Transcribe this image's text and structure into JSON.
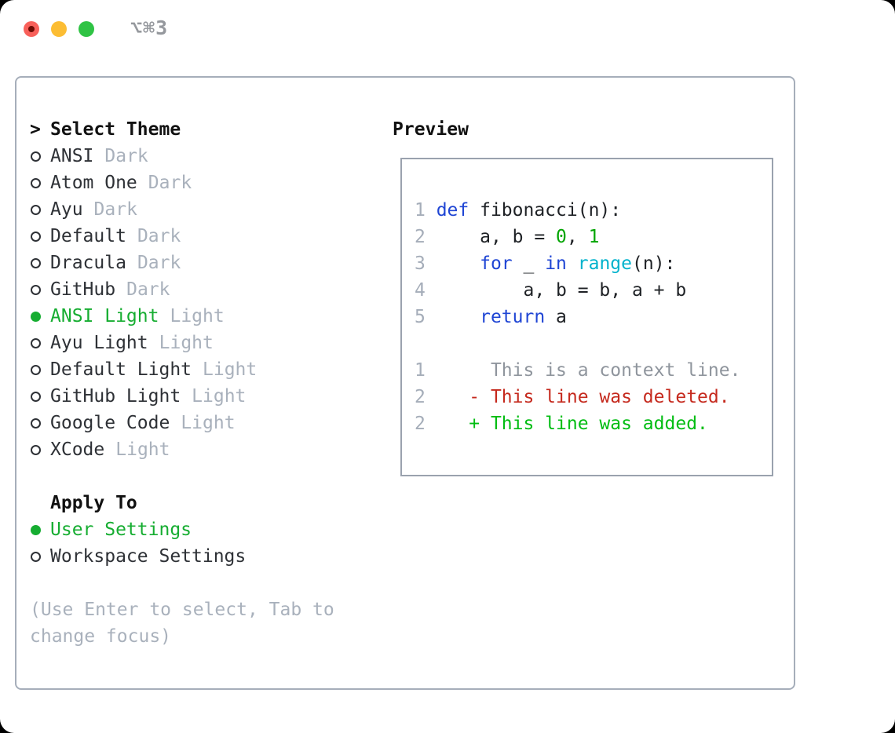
{
  "window": {
    "title": "⌥⌘3",
    "traffic_lights": [
      "close",
      "minimize",
      "zoom"
    ]
  },
  "theme_panel": {
    "prompt": ">",
    "title": "Select Theme",
    "items": [
      {
        "name": "ANSI",
        "tag": "Dark",
        "selected": false
      },
      {
        "name": "Atom One",
        "tag": "Dark",
        "selected": false
      },
      {
        "name": "Ayu",
        "tag": "Dark",
        "selected": false
      },
      {
        "name": "Default",
        "tag": "Dark",
        "selected": false
      },
      {
        "name": "Dracula",
        "tag": "Dark",
        "selected": false
      },
      {
        "name": "GitHub",
        "tag": "Dark",
        "selected": false
      },
      {
        "name": "ANSI Light",
        "tag": "Light",
        "selected": true
      },
      {
        "name": "Ayu Light",
        "tag": "Light",
        "selected": false
      },
      {
        "name": "Default Light",
        "tag": "Light",
        "selected": false
      },
      {
        "name": "GitHub Light",
        "tag": "Light",
        "selected": false
      },
      {
        "name": "Google Code",
        "tag": "Light",
        "selected": false
      },
      {
        "name": "XCode",
        "tag": "Light",
        "selected": false
      }
    ],
    "apply_to": {
      "title": "Apply To",
      "options": [
        {
          "name": "User Settings",
          "selected": true
        },
        {
          "name": "Workspace Settings",
          "selected": false
        }
      ]
    },
    "help_lines": [
      "(Use Enter to select, Tab to",
      "change focus)"
    ]
  },
  "preview": {
    "title": "Preview",
    "lines": [
      {
        "tokens": [
          {
            "t": "1 ",
            "c": "lineno"
          },
          {
            "t": "def",
            "c": "kw"
          },
          {
            "t": " fibonacci(n):",
            "c": "plain"
          }
        ]
      },
      {
        "tokens": [
          {
            "t": "2 ",
            "c": "lineno"
          },
          {
            "t": "    a, b = ",
            "c": "plain"
          },
          {
            "t": "0",
            "c": "lit"
          },
          {
            "t": ", ",
            "c": "plain"
          },
          {
            "t": "1",
            "c": "lit"
          }
        ]
      },
      {
        "tokens": [
          {
            "t": "3 ",
            "c": "lineno"
          },
          {
            "t": "    ",
            "c": "plain"
          },
          {
            "t": "for",
            "c": "kw"
          },
          {
            "t": " _ ",
            "c": "plain"
          },
          {
            "t": "in",
            "c": "kw"
          },
          {
            "t": " ",
            "c": "plain"
          },
          {
            "t": "range",
            "c": "builtin"
          },
          {
            "t": "(n):",
            "c": "plain"
          }
        ]
      },
      {
        "tokens": [
          {
            "t": "4 ",
            "c": "lineno"
          },
          {
            "t": "        a, b = b, a + b",
            "c": "plain"
          }
        ]
      },
      {
        "tokens": [
          {
            "t": "5 ",
            "c": "lineno"
          },
          {
            "t": "    ",
            "c": "plain"
          },
          {
            "t": "return",
            "c": "kw"
          },
          {
            "t": " a",
            "c": "plain"
          }
        ]
      },
      {
        "tokens": []
      },
      {
        "tokens": [
          {
            "t": "1 ",
            "c": "lineno"
          },
          {
            "t": "     This is a context line.",
            "c": "ctx"
          }
        ]
      },
      {
        "tokens": [
          {
            "t": "2 ",
            "c": "lineno"
          },
          {
            "t": "   - This line was deleted.",
            "c": "del"
          }
        ]
      },
      {
        "tokens": [
          {
            "t": "2 ",
            "c": "lineno"
          },
          {
            "t": "   + This line was added.",
            "c": "add"
          }
        ]
      }
    ]
  },
  "colors": {
    "selection_green": "#16ad31",
    "keyword_blue": "#1f45d4",
    "builtin_cyan": "#00b2cc",
    "literal_green": "#00a400",
    "diff_added": "#00bd12",
    "diff_deleted": "#c5291d",
    "diff_context": "#8f959d",
    "muted_gray": "#a9b1bc",
    "line_number_gray": "#a5adb9",
    "traffic_red": "#f8605a",
    "traffic_yellow": "#fcbd33",
    "traffic_green": "#2fc344"
  }
}
